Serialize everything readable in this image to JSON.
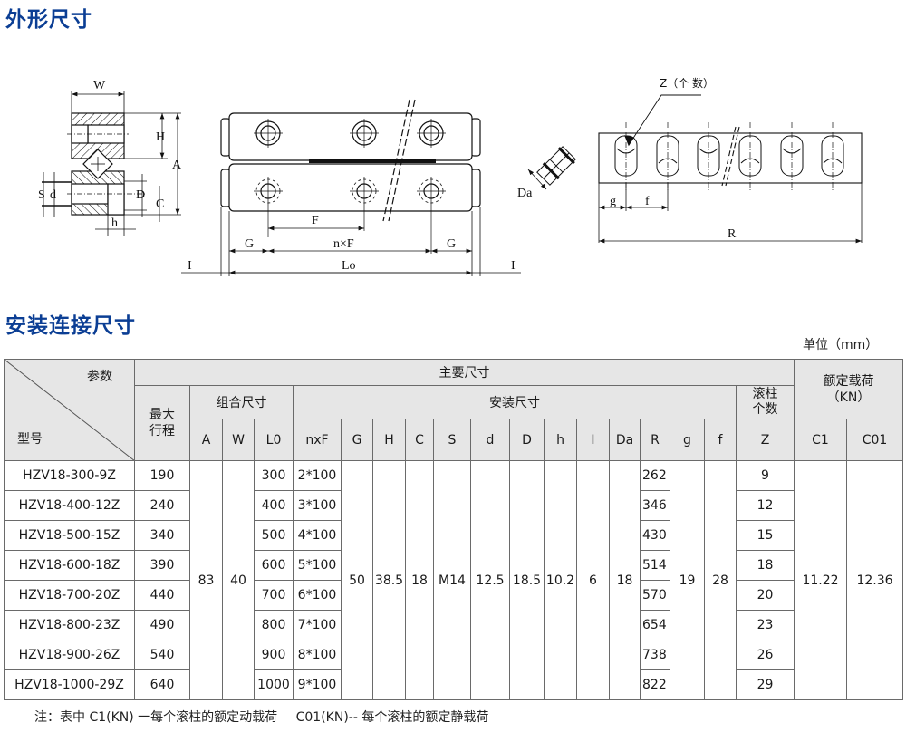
{
  "sections": {
    "outline_title": "外形尺寸",
    "install_title": "安装连接尺寸"
  },
  "unit_label": "单位（mm）",
  "drawing_labels": {
    "W": "W",
    "H": "H",
    "A": "A",
    "S": "S",
    "d": "d",
    "D": "D",
    "C": "C",
    "h": "h",
    "F": "F",
    "nF": "n×F",
    "G_left": "G",
    "G_right": "G",
    "I_left": "I",
    "I_right": "I",
    "Lo": "Lo",
    "Z_count": "Z（个 数）",
    "Da": "Da",
    "g": "g",
    "f": "f",
    "R": "R"
  },
  "table": {
    "corner_param": "参数",
    "corner_model": "型号",
    "main_dims": "主要尺寸",
    "max_stroke": "最大行程",
    "assembly_dims": "组合尺寸",
    "install_dims": "安装尺寸",
    "roller_count": "滚柱个数",
    "rated_load": "额定载荷（KN）",
    "columns": [
      "A",
      "W",
      "L0",
      "nxF",
      "G",
      "H",
      "C",
      "S",
      "d",
      "D",
      "h",
      "I",
      "Da",
      "R",
      "g",
      "f",
      "Z",
      "C1",
      "C01"
    ],
    "shared": {
      "A": "83",
      "W": "40",
      "G": "50",
      "H": "38.5",
      "C": "18",
      "S": "M14",
      "d": "12.5",
      "D": "18.5",
      "h": "10.2",
      "I": "6",
      "Da": "18",
      "g": "19",
      "f": "28",
      "C1": "11.22",
      "C01": "12.36"
    },
    "rows": [
      {
        "model": "HZV18-300-9Z",
        "stroke": "190",
        "L0": "300",
        "nxF": "2*100",
        "R": "262",
        "Z": "9"
      },
      {
        "model": "HZV18-400-12Z",
        "stroke": "240",
        "L0": "400",
        "nxF": "3*100",
        "R": "346",
        "Z": "12"
      },
      {
        "model": "HZV18-500-15Z",
        "stroke": "340",
        "L0": "500",
        "nxF": "4*100",
        "R": "430",
        "Z": "15"
      },
      {
        "model": "HZV18-600-18Z",
        "stroke": "390",
        "L0": "600",
        "nxF": "5*100",
        "R": "514",
        "Z": "18"
      },
      {
        "model": "HZV18-700-20Z",
        "stroke": "440",
        "L0": "700",
        "nxF": "6*100",
        "R": "570",
        "Z": "20"
      },
      {
        "model": "HZV18-800-23Z",
        "stroke": "490",
        "L0": "800",
        "nxF": "7*100",
        "R": "654",
        "Z": "23"
      },
      {
        "model": "HZV18-900-26Z",
        "stroke": "540",
        "L0": "900",
        "nxF": "8*100",
        "R": "738",
        "Z": "26"
      },
      {
        "model": "HZV18-1000-29Z",
        "stroke": "640",
        "L0": "1000",
        "nxF": "9*100",
        "R": "822",
        "Z": "29"
      }
    ]
  },
  "note": {
    "part1": "注：表中 C1(KN) 一每个滚柱的额定动载荷",
    "part2": "C01(KN)-- 每个滚柱的额定静载荷"
  },
  "colors": {
    "title": "#0b3e94",
    "header_bg": "#e6e6e6",
    "grid": "#6a6a6a"
  }
}
